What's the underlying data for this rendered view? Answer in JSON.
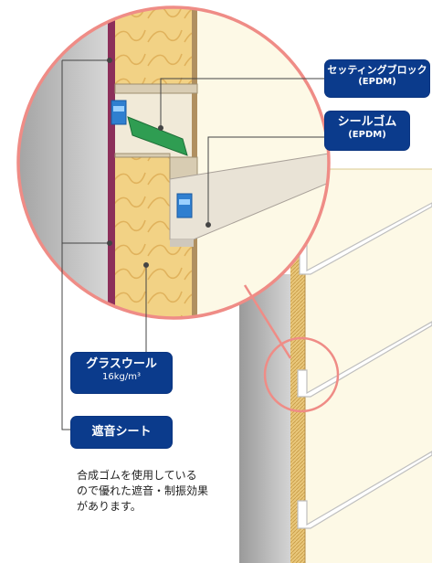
{
  "labels": {
    "setting_block": {
      "line1": "セッティングブロック",
      "line2": "(EPDM)"
    },
    "seal_rubber": {
      "line1": "シールゴム",
      "line2": "(EPDM)"
    },
    "glass_wool": {
      "line1": "グラスウール",
      "line2": "16kg/m³"
    },
    "sound_sheet": {
      "line1": "遮音シート"
    }
  },
  "description": {
    "lines": [
      "合成ゴムを使用している",
      "ので優れた遮音・制振効果",
      "があります。"
    ]
  },
  "colors": {
    "callout_ring": "#ef8c86",
    "magnified_bg": "#fdf9e6",
    "insulation": "#f2d285",
    "membrane": "#8c2f5a",
    "label_bg": "#0b3b8c",
    "gasket_green": "#2f9d52",
    "clip_blue": "#2f7fd0",
    "wall_gray": "#bcbcbc"
  }
}
